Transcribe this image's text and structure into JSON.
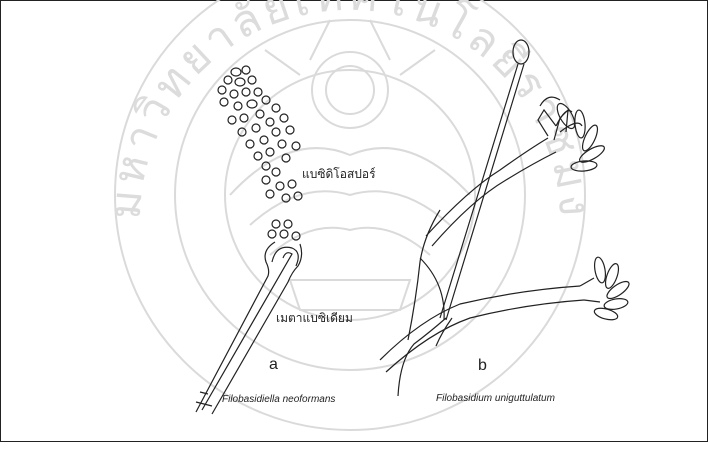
{
  "figure": {
    "labels": {
      "basidiospore": "แบซิดิโอสปอร์",
      "metabasidium": "เมตาแบซิเดียม"
    },
    "panel_a": {
      "letter": "a",
      "species": "Filobasidiella neoformans"
    },
    "panel_b": {
      "letter": "b",
      "species": "Filobasidium uniguttulatum"
    }
  },
  "watermark": {
    "type": "university seal",
    "text": "มหาวิทยาลัยเทคโนโลยีราชมงคลธัญบุรี",
    "color": "#d8d8d8"
  }
}
